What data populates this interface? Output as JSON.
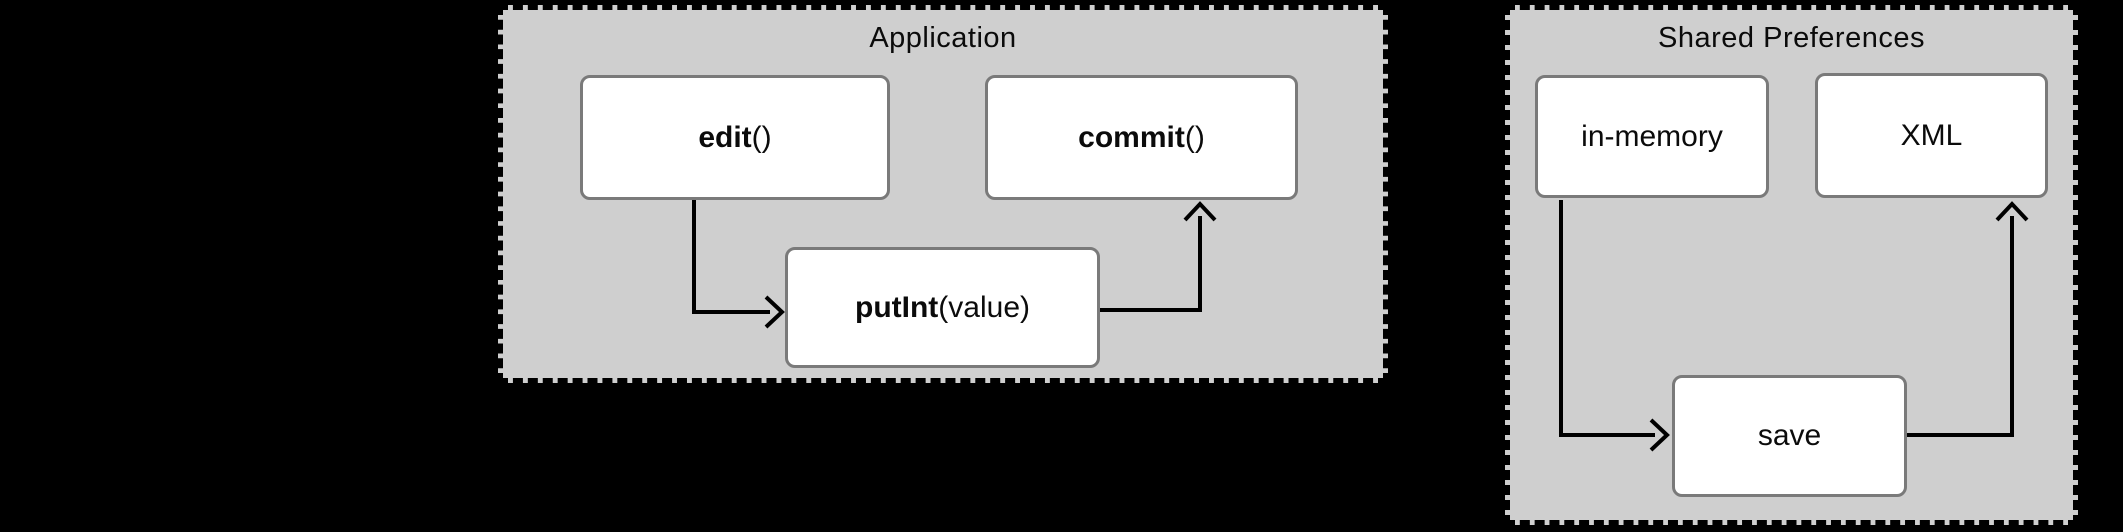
{
  "colors": {
    "background": "#000000",
    "container_fill": "#cfcfcf",
    "container_border": "#000000",
    "node_fill": "#ffffff",
    "node_border": "#7a7a7a",
    "arrow": "#000000",
    "text": "#0b0b0b"
  },
  "diagram": {
    "containers": [
      {
        "id": "application",
        "title": "Application",
        "nodes": [
          {
            "id": "edit",
            "bold": "edit",
            "rest": "()"
          },
          {
            "id": "commit",
            "bold": "commit",
            "rest": "()"
          },
          {
            "id": "putint",
            "bold": "putInt",
            "rest": "(value)"
          }
        ]
      },
      {
        "id": "shared-preferences",
        "title": "Shared Preferences",
        "nodes": [
          {
            "id": "in-memory",
            "bold": "",
            "rest": "in-memory"
          },
          {
            "id": "xml",
            "bold": "",
            "rest": "XML"
          },
          {
            "id": "save",
            "bold": "",
            "rest": "save"
          }
        ]
      }
    ],
    "edges": [
      {
        "from": "edit()",
        "to": "putInt(value)",
        "style": "elbow-down-right"
      },
      {
        "from": "putInt(value)",
        "to": "commit()",
        "style": "elbow-right-up"
      },
      {
        "from": "in-memory",
        "to": "save",
        "style": "elbow-down-right"
      },
      {
        "from": "save",
        "to": "XML",
        "style": "elbow-right-up"
      }
    ]
  }
}
